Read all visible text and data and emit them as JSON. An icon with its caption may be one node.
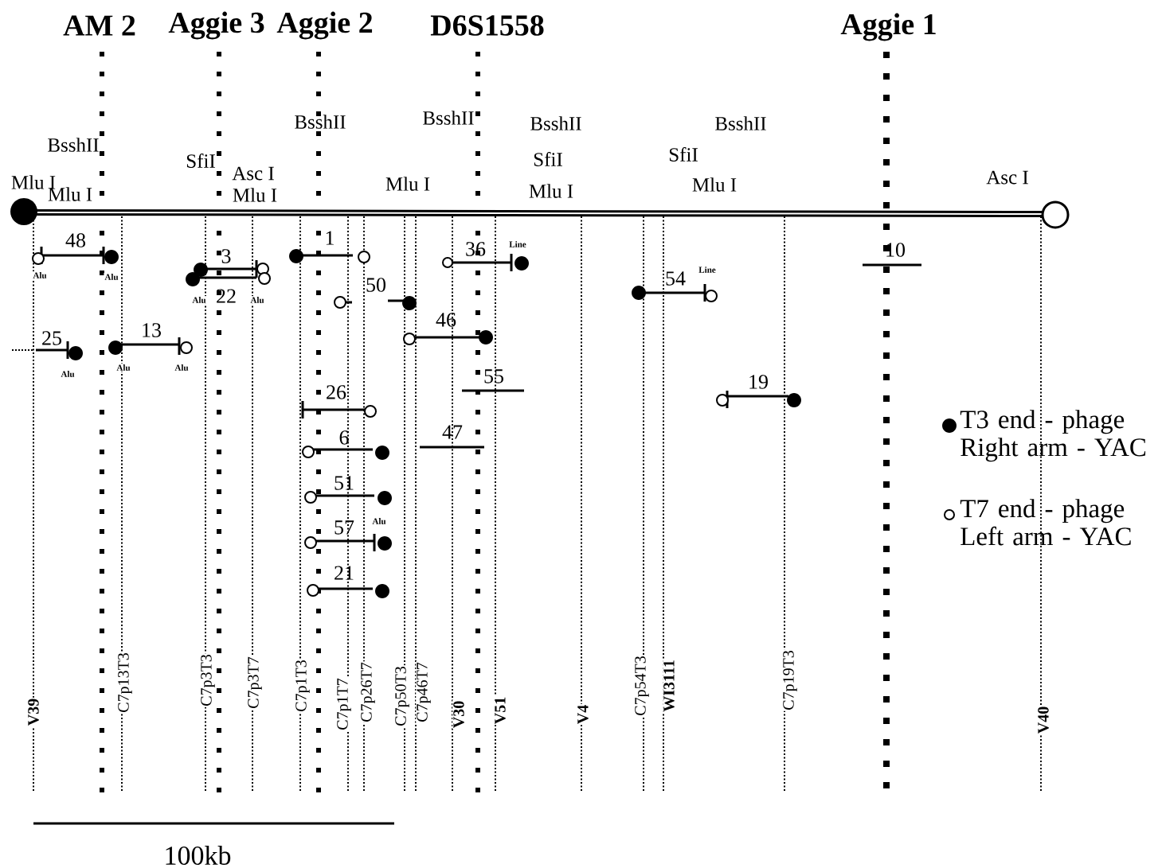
{
  "diagram": {
    "labels": [
      "AM 2",
      "Aggie 3",
      "Aggie 2",
      "D6S1558",
      "Aggie 1",
      "BsshII",
      "BsshII",
      "BsshII",
      "BsshII",
      "BsshII",
      "SfiI",
      "SfiI",
      "SfiI",
      "Mlu I",
      "Asc I",
      "Mlu I",
      "Asc I",
      "Mlu I",
      "Mlu I",
      "Mlu I",
      "Mlu I",
      "48",
      "1",
      "36",
      "Line",
      "10",
      "3",
      "Line",
      "Alu",
      "Alu",
      "54",
      "50",
      "22",
      "Alu",
      "Alu",
      "46",
      "13",
      "25",
      "Alu",
      "Alu",
      "Alu",
      "55",
      "19",
      "26",
      "6",
      "47",
      "51",
      "57",
      "Alu",
      "21",
      "V39",
      "C7p13T3",
      "C7p3T3",
      "C7p3T7",
      "C7p1T3",
      "C7p1T7",
      "C7p26T7",
      "C7p50T3",
      "C7p46T7",
      "V30",
      "V51",
      "V4",
      "C7p54T3",
      "WI3111",
      "C7p19T3",
      "V40",
      "100kb"
    ],
    "legend": [
      {
        "text": "T3 end - phage Right arm - YAC"
      },
      {
        "text": "T7 end - phage Left arm - YAC"
      }
    ]
  }
}
